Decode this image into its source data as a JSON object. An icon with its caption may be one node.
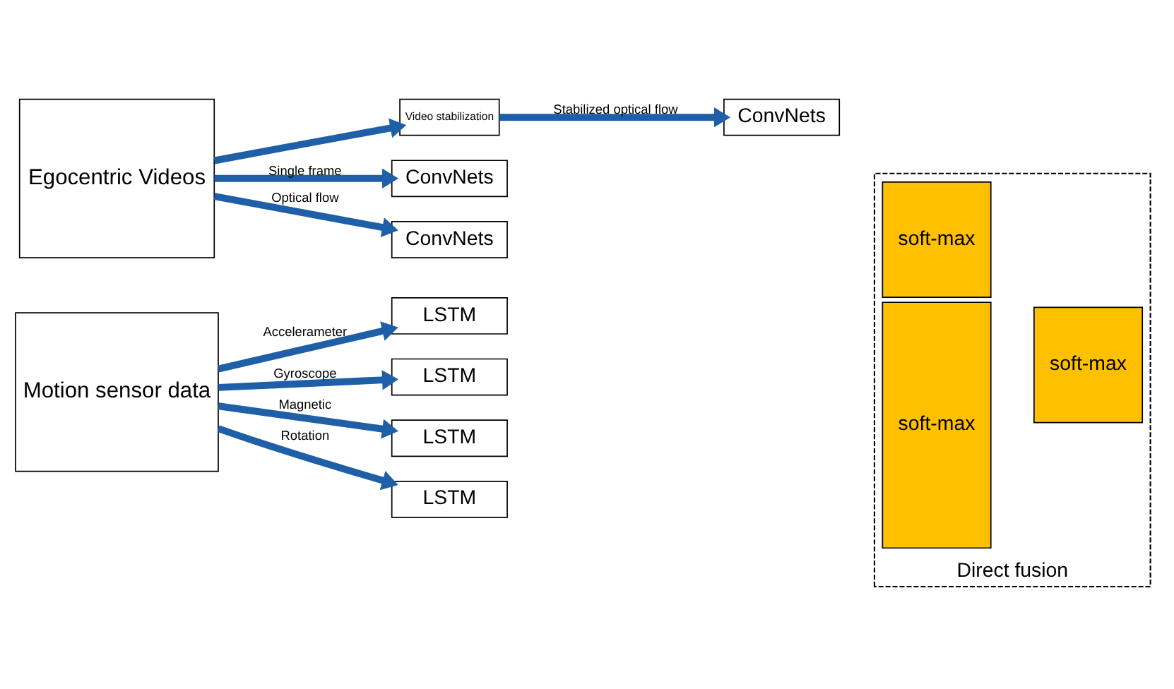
{
  "diagram": {
    "nodes": [
      {
        "text": [
          "Egocentric Videos"
        ]
      },
      {
        "text": [
          "Motion sensor data"
        ]
      },
      {
        "text": [
          "Video stabilization"
        ]
      },
      {
        "text": [
          "ConvNets"
        ]
      },
      {
        "text": [
          "ConvNets"
        ]
      },
      {
        "text": [
          "ConvNets"
        ]
      },
      {
        "text": [
          "LSTM"
        ]
      },
      {
        "text": [
          "LSTM"
        ]
      },
      {
        "text": [
          "LSTM"
        ]
      },
      {
        "text": [
          "LSTM"
        ]
      },
      {
        "text": [
          "Direct fusion"
        ]
      },
      {
        "text": [
          "soft-max"
        ],
        "in": 10
      },
      {
        "text": [
          "soft-max"
        ],
        "in": 10
      },
      {
        "text": [
          "soft-max"
        ],
        "in": 10
      }
    ],
    "edges": [
      {
        "from": 0,
        "to": 3,
        "arrow": "to",
        "label": "Single frame"
      },
      {
        "from": 0,
        "to": 4,
        "arrow": "to",
        "label": "Optical flow"
      },
      {
        "from": 0,
        "to": 2,
        "arrow": "to"
      },
      {
        "from": 2,
        "to": 5,
        "arrow": "to",
        "label": "Stabilized optical flow"
      },
      {
        "from": 1,
        "to": 6,
        "arrow": "to",
        "label": "Accelerameter"
      },
      {
        "from": 1,
        "to": 7,
        "arrow": "to",
        "label": "Gyroscope"
      },
      {
        "from": 1,
        "to": 8,
        "arrow": "to",
        "label": "Magnetic"
      },
      {
        "from": 1,
        "to": 9,
        "arrow": "to",
        "label": "Rotation"
      }
    ]
  }
}
